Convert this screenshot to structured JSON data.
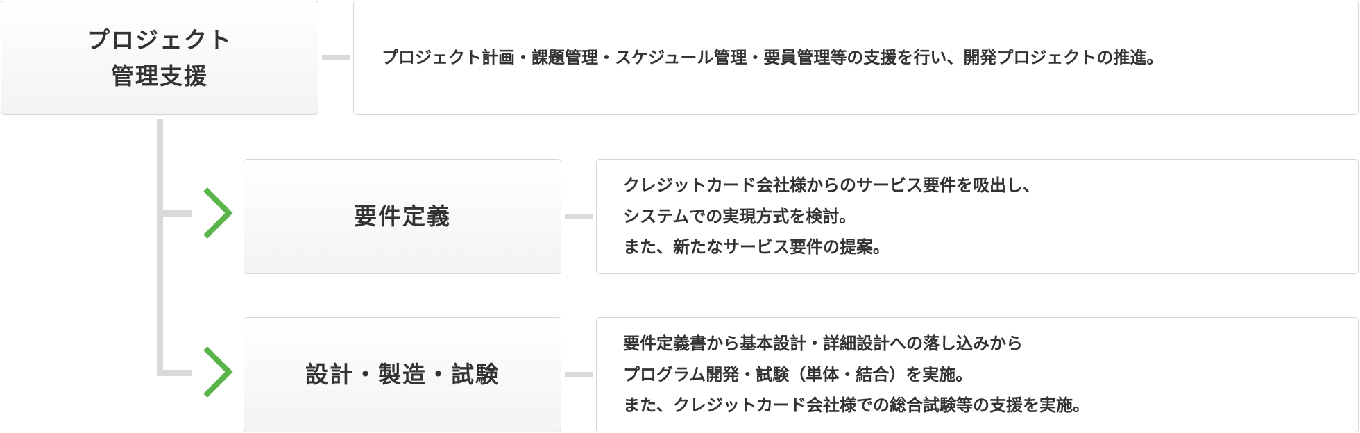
{
  "steps": [
    {
      "title": "プロジェクト\n管理支援",
      "description": "プロジェクト計画・課題管理・スケジュール管理・要員管理等の支援を行い、開発プロジェクトの推進。"
    },
    {
      "title": "要件定義",
      "description": "クレジットカード会社様からのサービス要件を吸出し、\nシステムでの実現方式を検討。\nまた、新たなサービス要件の提案。"
    },
    {
      "title": "設計・製造・試験",
      "description": "要件定義書から基本設計・詳細設計への落し込みから\nプログラム開発・試験（単体・結合）を実施。\nまた、クレジットカード会社様での総合試験等の支援を実施。"
    }
  ],
  "colors": {
    "chevron": "#5bb449",
    "connector": "#d9d9d9",
    "border": "#d6d6d6",
    "text": "#333333"
  },
  "icons": {
    "branch_marker": "chevron-right-icon"
  }
}
